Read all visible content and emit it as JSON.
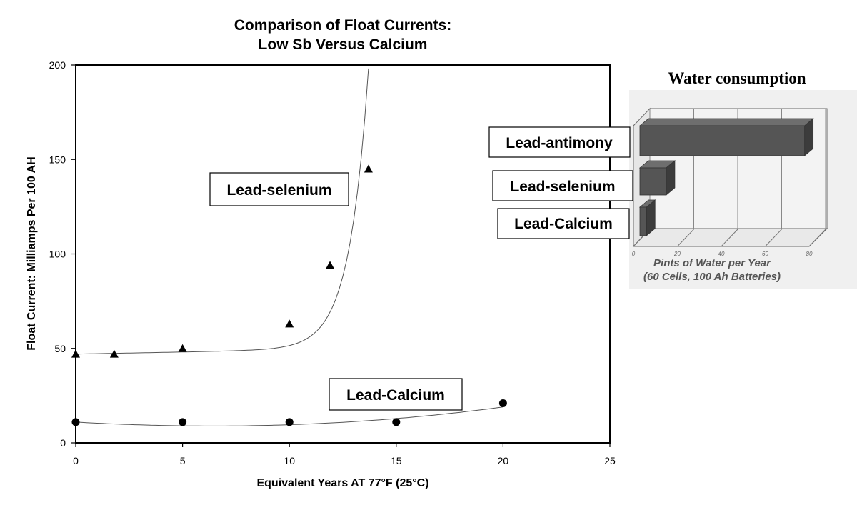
{
  "chart_data": [
    {
      "type": "scatter",
      "title": "Comparison of Float Currents:",
      "subtitle": "Low Sb Versus Calcium",
      "xlabel": "Equivalent Years AT 77°F (25°C)",
      "ylabel": "Float Current: Milliamps Per 100 AH",
      "xlim": [
        0,
        25
      ],
      "ylim": [
        0,
        200
      ],
      "xticks": [
        "0",
        "5",
        "10",
        "15",
        "20",
        "25"
      ],
      "yticks": [
        "0",
        "50",
        "100",
        "150",
        "200"
      ],
      "grid": false,
      "trendlines": true,
      "series": [
        {
          "name": "Lead-selenium",
          "marker": "triangle",
          "x": [
            0,
            1.8,
            5,
            10,
            11.9,
            13.7
          ],
          "y": [
            47,
            47,
            50,
            63,
            94,
            145
          ]
        },
        {
          "name": "Lead-Calcium",
          "marker": "circle",
          "x": [
            0,
            5,
            10,
            15,
            20
          ],
          "y": [
            11,
            11,
            11,
            11,
            21
          ]
        }
      ]
    },
    {
      "type": "bar",
      "orientation": "horizontal",
      "style": "3d",
      "title": "Water consumption",
      "xlabel": "Pints of Water per Year",
      "xlabel2": "(60 Cells, 100 Ah Batteries)",
      "xlim": [
        0,
        80
      ],
      "xticks": [
        "0",
        "20",
        "40",
        "60",
        "80"
      ],
      "categories": [
        "Lead-antimony",
        "Lead-selenium",
        "Lead-Calcium"
      ],
      "values": [
        75,
        12,
        3
      ],
      "bar_color": "#555555"
    }
  ]
}
